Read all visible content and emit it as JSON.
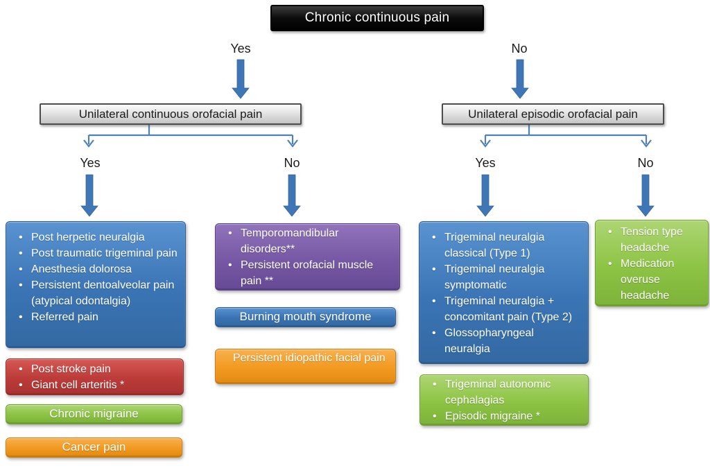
{
  "root": {
    "label": "Chronic continuous pain"
  },
  "decisions": {
    "continuous": {
      "branch_label": "Yes",
      "question": "Unilateral continuous orofacial pain",
      "yes_label": "Yes",
      "no_label": "No"
    },
    "episodic": {
      "branch_label": "No",
      "question": "Unilateral episodic orofacial pain",
      "yes_label": "Yes",
      "no_label": "No"
    }
  },
  "outcomes": {
    "continuous_yes": {
      "neuropathic": [
        "Post herpetic neuralgia",
        "Post traumatic trigeminal pain",
        "Anesthesia dolorosa",
        "Persistent dentoalveolar pain (atypical odontalgia)",
        "Referred pain"
      ],
      "vascular": [
        "Post stroke pain",
        "Giant cell arteritis *"
      ],
      "chronic_migraine": "Chronic migraine",
      "cancer_pain": "Cancer pain"
    },
    "continuous_no": {
      "musculoskeletal": [
        "Temporomandibular disorders**",
        "Persistent orofacial muscle pain **"
      ],
      "burning_mouth": "Burning mouth syndrome",
      "idiopathic": "Persistent idiopathic facial pain"
    },
    "episodic_yes": {
      "neuralgias": [
        "Trigeminal neuralgia classical (Type 1)",
        "Trigeminal neuralgia symptomatic",
        "Trigeminal neuralgia + concomitant pain (Type 2)",
        "Glossopharyngeal neuralgia"
      ],
      "autonomic": [
        "Trigeminal autonomic cephalagias",
        "Episodic migraine *"
      ]
    },
    "episodic_no": {
      "headaches": [
        "Tension type headache",
        "Medication overuse headache"
      ]
    }
  },
  "colors": {
    "arrow_blue": "#3f76b5",
    "connector_blue": "#4d80bd",
    "box_blue": "#3d7abd",
    "box_red": "#c23f3e",
    "box_green": "#8ec549",
    "box_orange": "#f39c26",
    "box_purple": "#7a5ca8",
    "node_gray": "#dedede",
    "root_black": "#0d0d0d"
  }
}
